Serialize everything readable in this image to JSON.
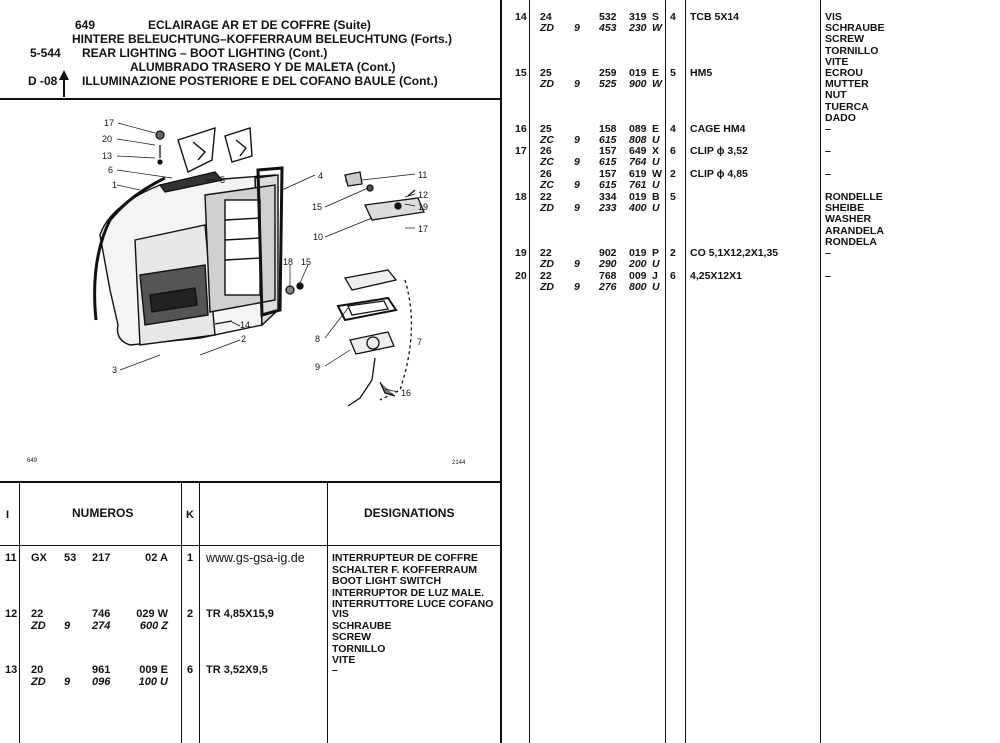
{
  "header": {
    "page_no": "649",
    "ref_code": "5-544",
    "section": "D -08",
    "titles": [
      "ECLAIRAGE AR ET DE COFFRE (Suite)",
      "HINTERE BELEUCHTUNG–KOFFERRAUM BELEUCHTUNG (Forts.)",
      "REAR LIGHTING – BOOT LIGHTING (Cont.)",
      "ALUMBRADO TRASERO Y DE MALETA (Cont.)",
      "ILLUMINAZIONE POSTERIORE E DEL COFANO BAULE (Cont.)"
    ]
  },
  "diagram": {
    "callouts": [
      "17",
      "20",
      "13",
      "6",
      "1",
      "5",
      "4",
      "11",
      "12",
      "19",
      "15",
      "10",
      "17",
      "18",
      "15",
      "3",
      "14",
      "2",
      "8",
      "9",
      "7",
      "16"
    ],
    "footer_left": "649",
    "footer_right": "2144"
  },
  "table_header": {
    "col_i": "I",
    "col_numeros": "NUMEROS",
    "col_k": "K",
    "col_designations": "DESIGNATIONS"
  },
  "left_rows": [
    {
      "i": "11",
      "lines": [
        {
          "a": "GX",
          "b": "53",
          "c": "217",
          "d": "02 A",
          "italic": false
        }
      ],
      "k": "1",
      "spec": "www.gs-gsa-ig.de",
      "desig": [
        "INTERRUPTEUR DE COFFRE",
        "SCHALTER F. KOFFERRAUM",
        "BOOT LIGHT SWITCH",
        "INTERRUPTOR DE LUZ  MALE.",
        "INTERRUTTORE LUCE COFANO"
      ]
    },
    {
      "i": "12",
      "lines": [
        {
          "a": "22",
          "b": "",
          "c": "746",
          "d": "029 W",
          "italic": false
        },
        {
          "a": "ZD",
          "b": "9",
          "c": "274",
          "d": "600 Z",
          "italic": true
        }
      ],
      "k": "2",
      "spec": "TR 4,85X15,9",
      "desig": [
        "VIS",
        "SCHRAUBE",
        "SCREW",
        "TORNILLO",
        "VITE"
      ]
    },
    {
      "i": "13",
      "lines": [
        {
          "a": "20",
          "b": "",
          "c": "961",
          "d": "009 E",
          "italic": false
        },
        {
          "a": "ZD",
          "b": "9",
          "c": "096",
          "d": "100 U",
          "italic": true
        }
      ],
      "k": "6",
      "spec": "TR 3,52X9,5",
      "desig": [
        "–"
      ]
    }
  ],
  "right_rows": [
    {
      "i": "14",
      "lines": [
        {
          "a": "24",
          "b": "",
          "c": "532",
          "d": "319",
          "e": "S",
          "italic": false
        },
        {
          "a": "ZD",
          "b": "9",
          "c": "453",
          "d": "230",
          "e": "W",
          "italic": true
        }
      ],
      "k": "4",
      "spec": "TCB 5X14",
      "desig": [
        "VIS",
        "SCHRAUBE",
        "SCREW",
        "TORNILLO",
        "VITE"
      ]
    },
    {
      "i": "15",
      "lines": [
        {
          "a": "25",
          "b": "",
          "c": "259",
          "d": "019",
          "e": "E",
          "italic": false
        },
        {
          "a": "ZD",
          "b": "9",
          "c": "525",
          "d": "900",
          "e": "W",
          "italic": true
        }
      ],
      "k": "5",
      "spec": "HM5",
      "desig": [
        "ECROU",
        "MUTTER",
        "NUT",
        "TUERCA",
        "DADO"
      ]
    },
    {
      "i": "16",
      "lines": [
        {
          "a": "25",
          "b": "",
          "c": "158",
          "d": "089",
          "e": "E",
          "italic": false
        },
        {
          "a": "ZC",
          "b": "9",
          "c": "615",
          "d": "808",
          "e": "U",
          "italic": true
        }
      ],
      "k": "4",
      "spec": "CAGE HM4",
      "desig": [
        "–"
      ]
    },
    {
      "i": "17",
      "lines": [
        {
          "a": "26",
          "b": "",
          "c": "157",
          "d": "649",
          "e": "X",
          "italic": false
        },
        {
          "a": "ZC",
          "b": "9",
          "c": "615",
          "d": "764",
          "e": "U",
          "italic": true
        }
      ],
      "k": "6",
      "spec": "CLIP ϕ 3,52",
      "desig": [
        "–"
      ]
    },
    {
      "i": "",
      "lines": [
        {
          "a": "26",
          "b": "",
          "c": "157",
          "d": "619",
          "e": "W",
          "italic": false
        },
        {
          "a": "ZC",
          "b": "9",
          "c": "615",
          "d": "761",
          "e": "U",
          "italic": true
        }
      ],
      "k": "2",
      "spec": "CLIP ϕ 4,85",
      "desig": [
        "–"
      ]
    },
    {
      "i": "18",
      "lines": [
        {
          "a": "22",
          "b": "",
          "c": "334",
          "d": "019",
          "e": "B",
          "italic": false
        },
        {
          "a": "ZD",
          "b": "9",
          "c": "233",
          "d": "400",
          "e": "U",
          "italic": true
        }
      ],
      "k": "5",
      "spec": "",
      "desig": [
        "RONDELLE",
        "SHEIBE",
        "WASHER",
        "ARANDELA",
        "RONDELA"
      ]
    },
    {
      "i": "19",
      "lines": [
        {
          "a": "22",
          "b": "",
          "c": "902",
          "d": "019",
          "e": "P",
          "italic": false
        },
        {
          "a": "ZD",
          "b": "9",
          "c": "290",
          "d": "200",
          "e": "U",
          "italic": true
        }
      ],
      "k": "2",
      "spec": "CO 5,1X12,2X1,35",
      "desig": [
        "–"
      ]
    },
    {
      "i": "20",
      "lines": [
        {
          "a": "22",
          "b": "",
          "c": "768",
          "d": "009",
          "e": "J",
          "italic": false
        },
        {
          "a": "ZD",
          "b": "9",
          "c": "276",
          "d": "800",
          "e": "U",
          "italic": true
        }
      ],
      "k": "6",
      "spec": "4,25X12X1",
      "desig": [
        "–"
      ]
    }
  ]
}
